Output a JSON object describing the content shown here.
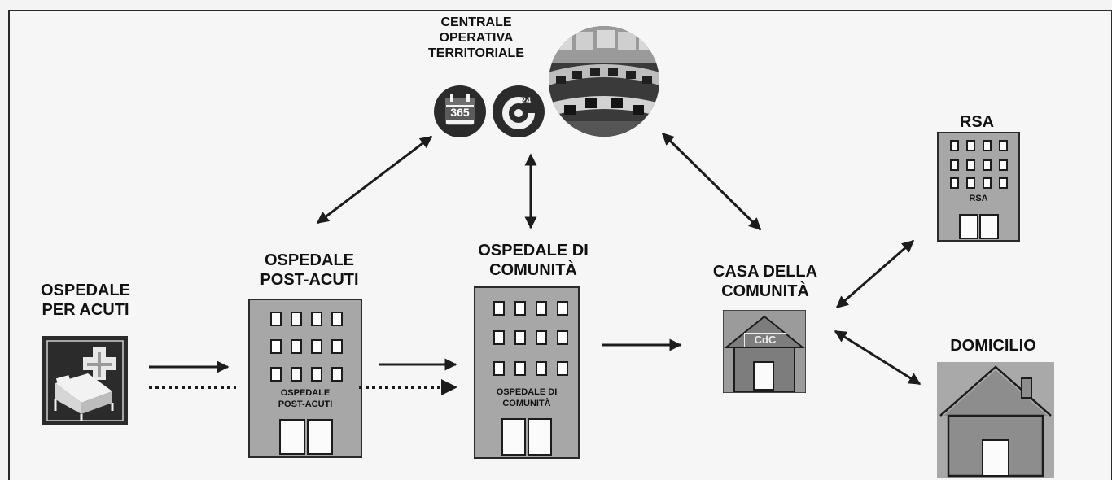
{
  "labels": {
    "ospedale_acuti": "OSPEDALE\nPER ACUTI",
    "ospedale_post_acuti": "OSPEDALE\nPOST-ACUTI",
    "ospedale_comunita": "OSPEDALE DI\nCOMUNITÀ",
    "centrale_operativa": "CENTRALE\nOPERATIVA\nTERRITORIALE",
    "casa_comunita": "CASA DELLA\nCOMUNITÀ",
    "rsa": "RSA",
    "domicilio": "DOMICILIO"
  },
  "building_labels": {
    "post_acuti": "OSPEDALE\nPOST-ACUTI",
    "comunita": "OSPEDALE DI\nCOMUNITÀ",
    "rsa": "RSA",
    "cdc": "CdC"
  },
  "icons": {
    "calendar": "calendar-365-icon",
    "clock": "clock-24-icon",
    "hospital_bed": "hospital-bed-icon",
    "calendar_text": "365",
    "clock_text": "24"
  },
  "colors": {
    "building": "#a7a7a7",
    "house": "#8a8a8a",
    "stroke": "#1c1c1c",
    "icon_dark": "#2b2b2b"
  }
}
